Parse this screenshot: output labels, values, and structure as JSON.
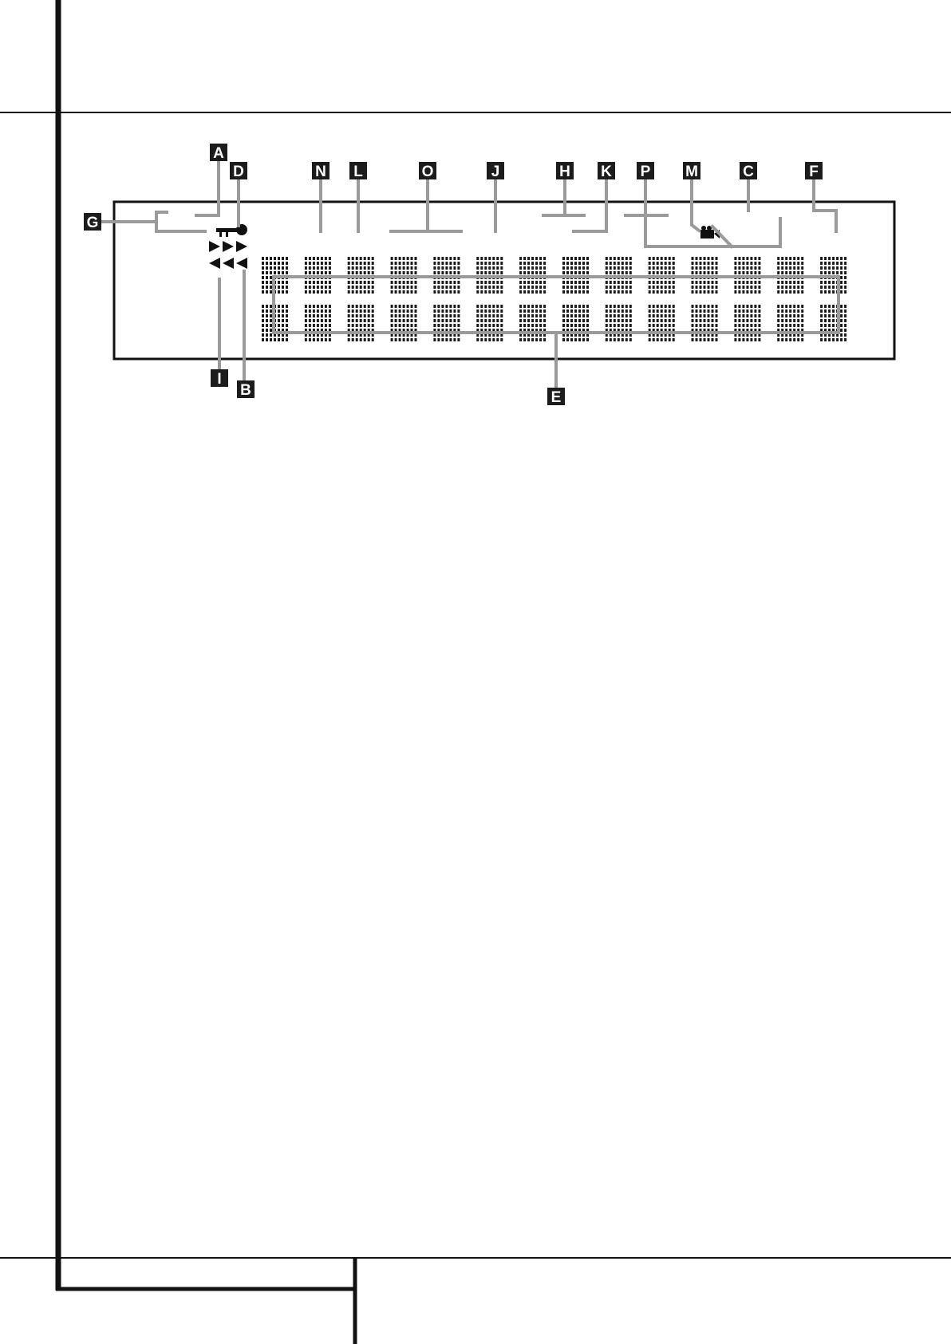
{
  "colors": {
    "ink": "#111111",
    "leader": "#9a9a9a",
    "label_bg": "#1c1c1c",
    "label_text": "#ffffff",
    "dot": "#1a1a1a"
  },
  "diagram": {
    "callouts": [
      {
        "id": "callout-a",
        "letter": "A"
      },
      {
        "id": "callout-b",
        "letter": "B"
      },
      {
        "id": "callout-c",
        "letter": "C"
      },
      {
        "id": "callout-d",
        "letter": "D"
      },
      {
        "id": "callout-e",
        "letter": "E"
      },
      {
        "id": "callout-f",
        "letter": "F"
      },
      {
        "id": "callout-g",
        "letter": "G"
      },
      {
        "id": "callout-h",
        "letter": "H"
      },
      {
        "id": "callout-i",
        "letter": "I"
      },
      {
        "id": "callout-j",
        "letter": "J"
      },
      {
        "id": "callout-k",
        "letter": "K"
      },
      {
        "id": "callout-l",
        "letter": "L"
      },
      {
        "id": "callout-m",
        "letter": "M"
      },
      {
        "id": "callout-n",
        "letter": "N"
      },
      {
        "id": "callout-o",
        "letter": "O"
      },
      {
        "id": "callout-p",
        "letter": "P"
      }
    ],
    "icons": [
      "key-icon",
      "play-forward-icon",
      "rewind-icon",
      "camera-angle-icon"
    ],
    "character_cells": 14
  }
}
